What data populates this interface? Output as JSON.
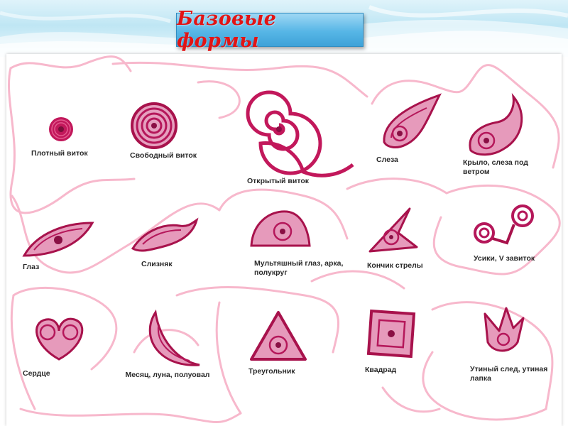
{
  "slide": {
    "title": "Базовые формы",
    "title_color": "#e21414",
    "accent_color": "#c2185b",
    "ribbon_color": "#f7b8cc"
  },
  "shapes": [
    {
      "id": "tight-coil",
      "label": "Плотный виток"
    },
    {
      "id": "loose-coil",
      "label": "Свободный виток"
    },
    {
      "id": "open-coil",
      "label": "Открытый виток"
    },
    {
      "id": "teardrop",
      "label": "Слеза"
    },
    {
      "id": "wing",
      "label": "Крыло, слеза под ветром"
    },
    {
      "id": "eye",
      "label": "Глаз"
    },
    {
      "id": "slug",
      "label": "Слизняк"
    },
    {
      "id": "cartoon-eye",
      "label": "Мультяшный глаз, арка, полукруг"
    },
    {
      "id": "arrowhead",
      "label": "Кончик стрелы"
    },
    {
      "id": "tendrils",
      "label": "Усики, V завиток"
    },
    {
      "id": "heart",
      "label": "Сердце"
    },
    {
      "id": "crescent",
      "label": "Месяц, луна, полуовал"
    },
    {
      "id": "triangle",
      "label": "Треугольник"
    },
    {
      "id": "square",
      "label": "Квадрад"
    },
    {
      "id": "duck-foot",
      "label": "Утиный след, утиная лапка"
    }
  ]
}
